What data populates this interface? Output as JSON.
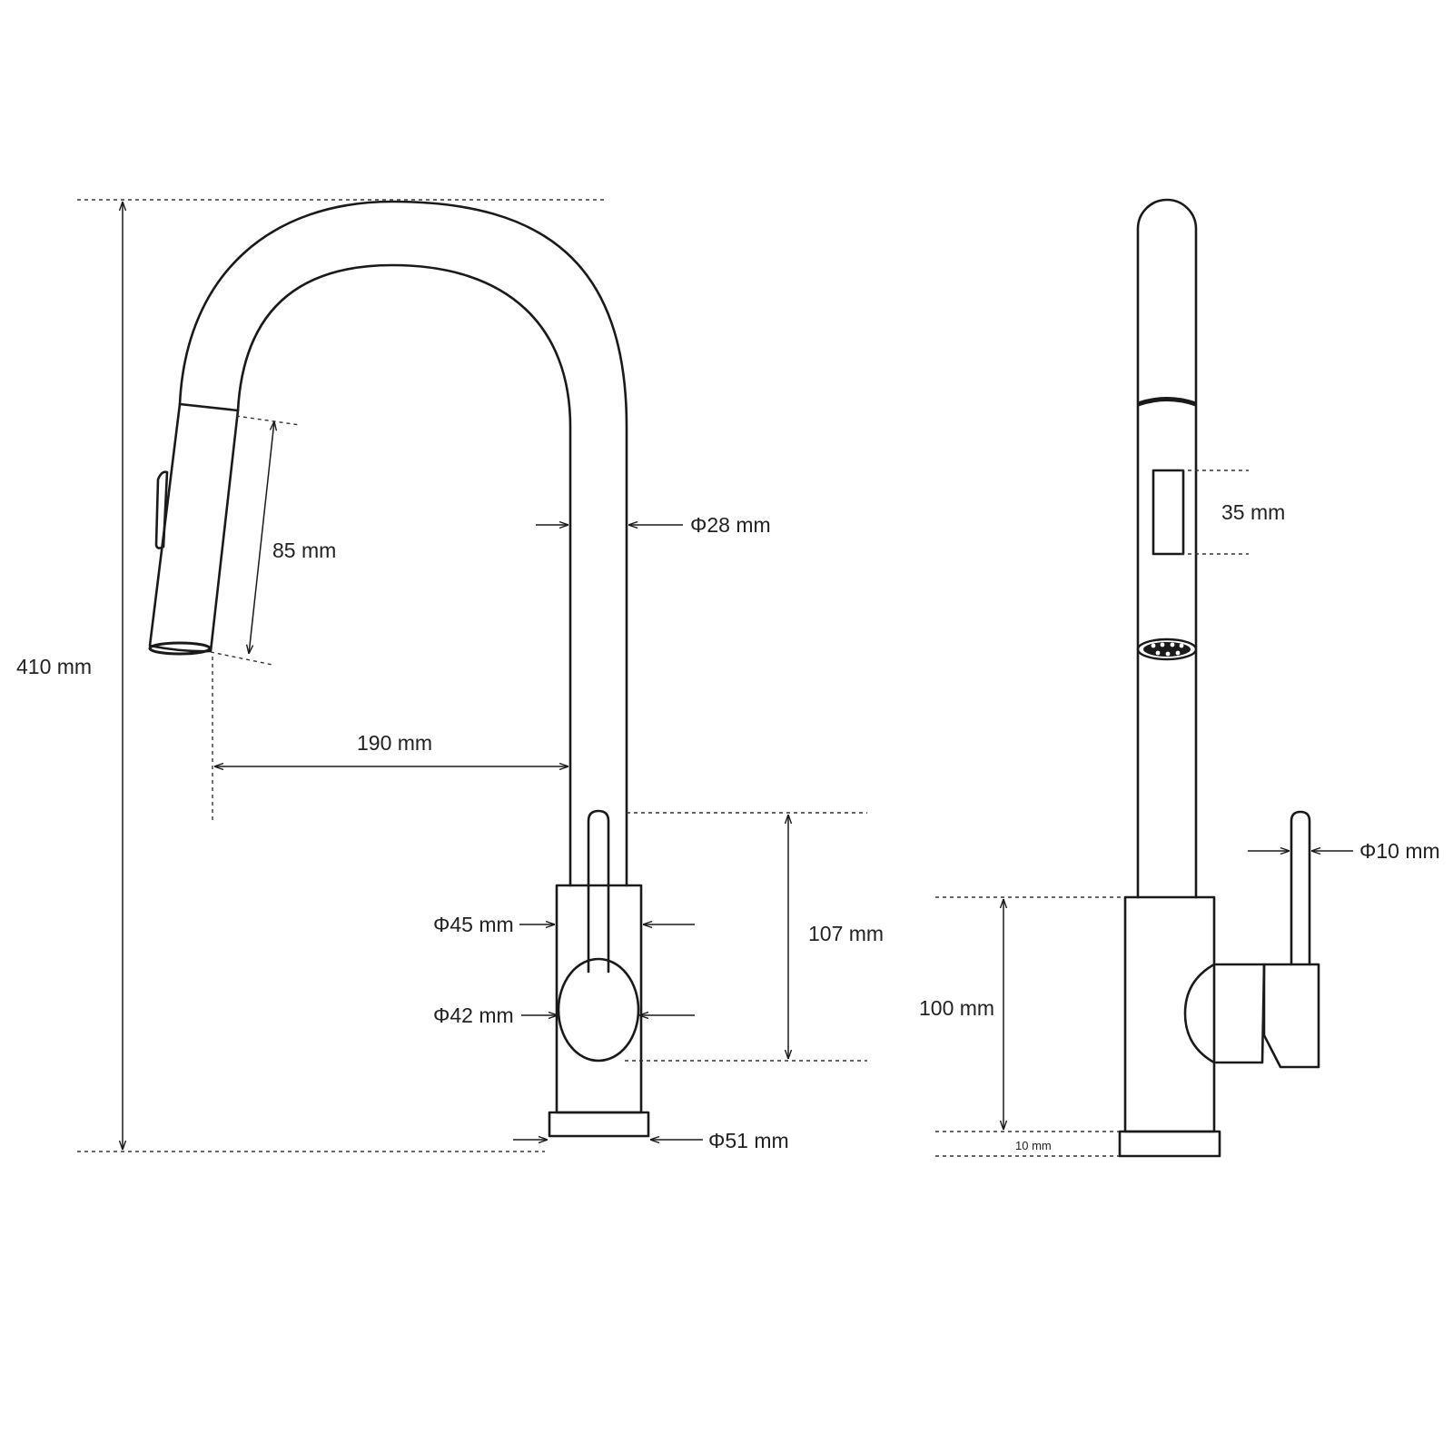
{
  "front_view": {
    "height_label": "410 mm",
    "spray_head_length_label": "85 mm",
    "spout_diameter_label": "Φ28 mm",
    "reach_label": "190 mm",
    "body_diameter_label": "Φ45 mm",
    "handle_hub_diameter_label": "Φ42 mm",
    "handle_height_label": "107 mm",
    "base_diameter_label": "Φ51 mm"
  },
  "side_view": {
    "button_length_label": "35 mm",
    "lever_diameter_label": "Φ10 mm",
    "body_height_label": "100 mm",
    "base_height_label": "10 mm"
  }
}
